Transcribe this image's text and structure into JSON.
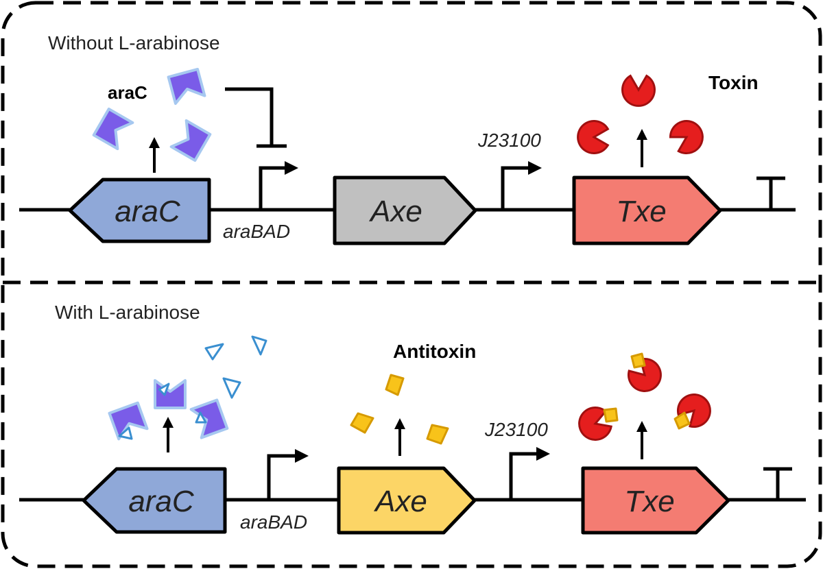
{
  "panels": {
    "top": {
      "condition": "Without L-arabinose",
      "protein_label": "araC",
      "product_label": "Toxin",
      "genes": {
        "regulator": "araC",
        "antitoxin": "Axe",
        "toxin": "Txe"
      },
      "promoters": {
        "inducible": "araBAD",
        "constitutive": "J23100"
      }
    },
    "bottom": {
      "condition": "With L-arabinose",
      "product_label": "Antitoxin",
      "genes": {
        "regulator": "araC",
        "antitoxin": "Axe",
        "toxin": "Txe"
      },
      "promoters": {
        "inducible": "araBAD",
        "constitutive": "J23100"
      }
    }
  },
  "colors": {
    "arac_gene": "#8FA8D8",
    "axe_inactive": "#C0C0C0",
    "axe_active": "#FCD566",
    "txe_gene": "#F47C72",
    "arac_protein": "#7A5CE8",
    "arac_protein_outline": "#A6C8F0",
    "arabinose": "#3A8FD0",
    "toxin": "#E51E1E",
    "toxin_outline": "#A01010",
    "antitoxin": "#F8C31A",
    "antitoxin_outline": "#D69A00"
  }
}
